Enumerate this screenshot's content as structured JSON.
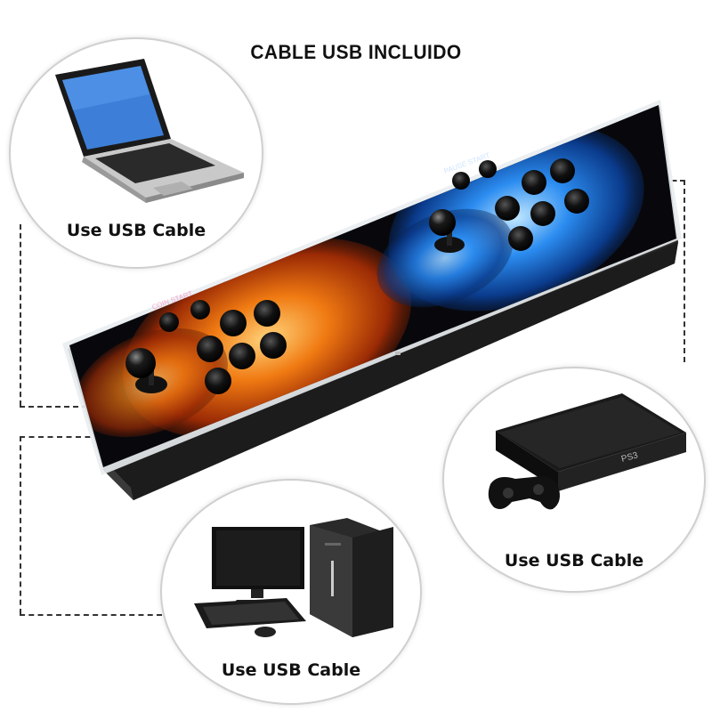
{
  "title": "CABLE USB INCLUIDO",
  "devices": [
    {
      "name": "laptop",
      "label": "Use USB Cable"
    },
    {
      "name": "ps3-console",
      "label": "Use USB Cable",
      "console_logo": "PS3"
    },
    {
      "name": "desktop-pc",
      "label": "Use USB Cable"
    }
  ],
  "arcade": {
    "left_panel": {
      "labels": [
        "COIN",
        "START"
      ],
      "theme": "fire",
      "color": "#e05a10"
    },
    "right_panel": {
      "labels": [
        "PAUSE",
        "START"
      ],
      "theme": "ice",
      "color": "#1e7ef0"
    }
  }
}
